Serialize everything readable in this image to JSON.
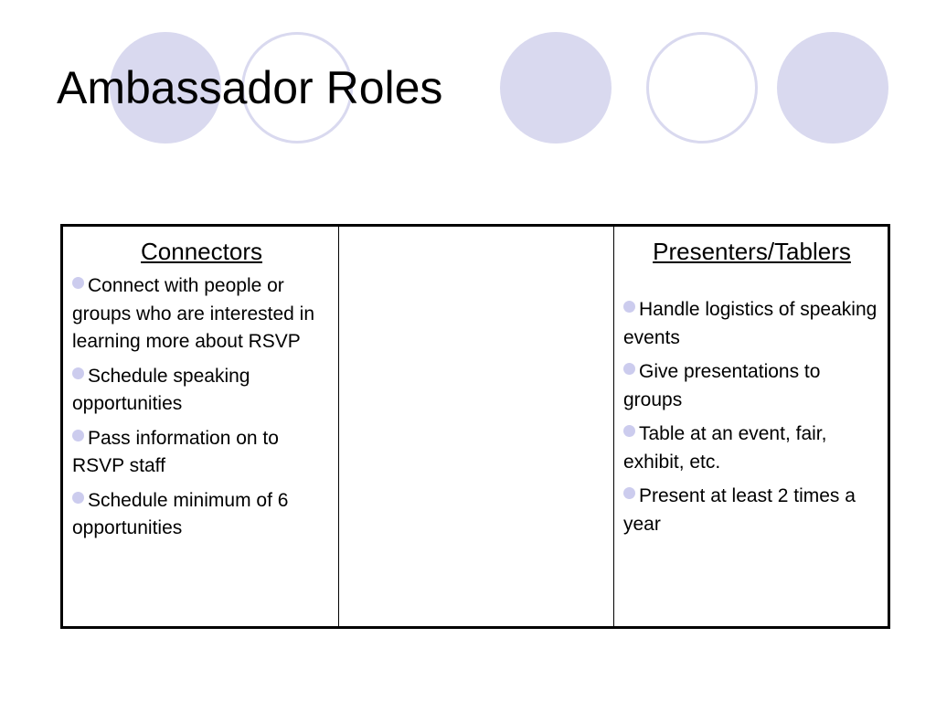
{
  "slide": {
    "title": "Ambassador Roles",
    "accent_color": "#d9d9ef"
  },
  "table": {
    "columns": [
      {
        "heading": "Connectors",
        "bullets": [
          "Connect with people or groups who are interested in learning more about RSVP",
          "Schedule speaking opportunities",
          "Pass information on to RSVP staff",
          "Schedule minimum of 6 opportunities"
        ]
      },
      {
        "heading": "",
        "bullets": []
      },
      {
        "heading": "Presenters/Tablers",
        "bullets": [
          "Handle logistics of speaking events",
          "Give presentations to groups",
          "Table at an event, fair, exhibit, etc.",
          "Present at least 2 times a year"
        ]
      }
    ]
  }
}
